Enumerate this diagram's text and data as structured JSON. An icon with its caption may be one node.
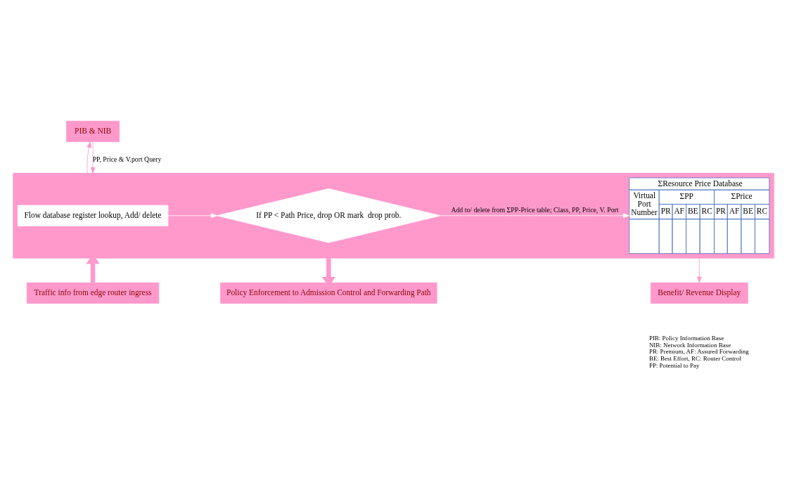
{
  "diagram": {
    "nodes": [
      {
        "text": [
          "PIB & NIB"
        ]
      },
      {
        "text": [],
        "shape": "box"
      },
      {
        "text": [
          "Flow database register lookup, Add/ delete"
        ],
        "in": 1
      },
      {
        "text": [
          "If PP < Path Price, drop OR mark  drop prob."
        ],
        "in": 1
      },
      {
        "text": [
          "ΣResource Price Database",
          "Virtual Port Number",
          "ΣPP",
          "ΣPrice",
          "PR",
          "AF",
          "BE",
          "RC",
          "PR",
          "AF",
          "BE",
          "RC"
        ],
        "in": 1
      },
      {
        "text": [
          "Traffic info from edge router ingress"
        ]
      },
      {
        "text": [
          "Policy Enforcement to Admission Control and Forwarding Path"
        ]
      },
      {
        "text": [
          "Benefit/ Revenue Display"
        ]
      }
    ],
    "edges": [
      {
        "from": 1,
        "to": 0,
        "arrow": "to"
      },
      {
        "from": 0,
        "to": 1,
        "arrow": "to",
        "label": "PP, Price & V.port Query"
      },
      {
        "from": 2,
        "to": 3,
        "arrow": "to",
        "color": "#ffffff"
      },
      {
        "from": 3,
        "to": 4,
        "arrow": "to",
        "color": "#ffffff",
        "label": "Add to/ delete from ΣPP-Price table; Class, PP, Price, V. Port"
      },
      {
        "from": 5,
        "to": 1,
        "arrow": "to",
        "style": "thick"
      },
      {
        "from": 1,
        "to": 6,
        "arrow": "to",
        "style": "thick"
      },
      {
        "from": 1,
        "to": 7,
        "arrow": "to"
      }
    ],
    "labels": [
      "PIB: Policy Information Base",
      "NIB: Network Information Base",
      "PR: Premium, AF: Assured Forwarding",
      "BE: Best Effort, RC: Router Control",
      "PP: Potential to Pay"
    ]
  }
}
